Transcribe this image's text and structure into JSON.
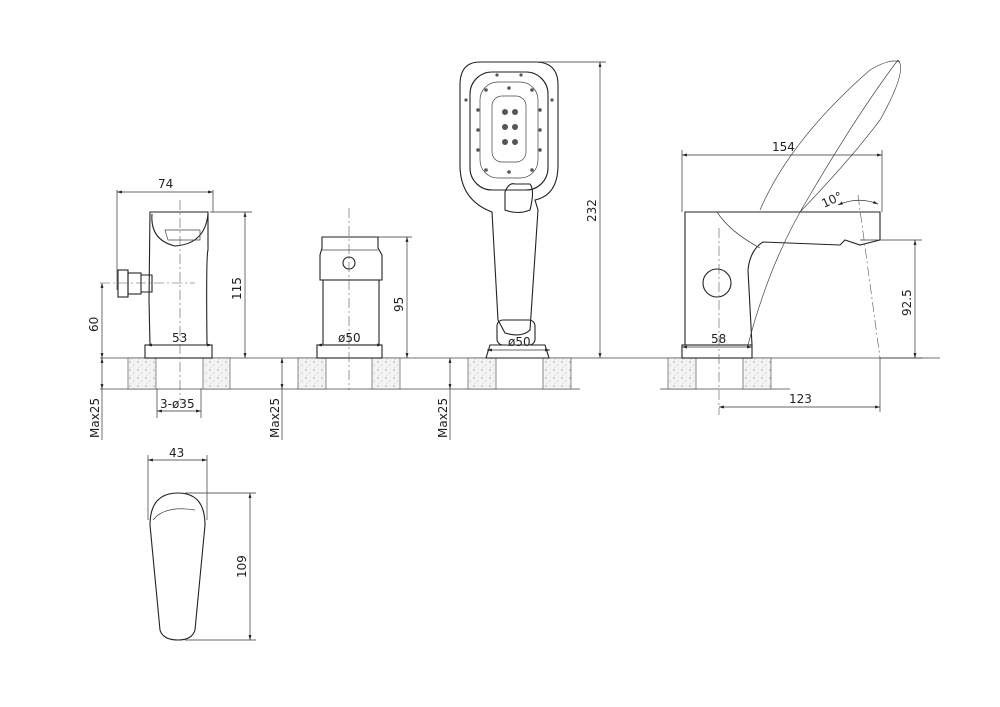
{
  "mixer": {
    "width": "74",
    "height": "115",
    "inlet_height": "60",
    "base": "53",
    "holes": "3-ø35",
    "max_thickness": "Max25"
  },
  "valve": {
    "height": "95",
    "base_diameter": "ø50",
    "max_thickness": "Max25"
  },
  "hand_shower": {
    "height": "232",
    "base_diameter": "ø50",
    "max_thickness": "Max25"
  },
  "side_view": {
    "length": "154",
    "base": "58",
    "spout_height": "92.5",
    "reach": "123",
    "angle": "10°"
  },
  "spout_top": {
    "width": "43",
    "length": "109"
  }
}
